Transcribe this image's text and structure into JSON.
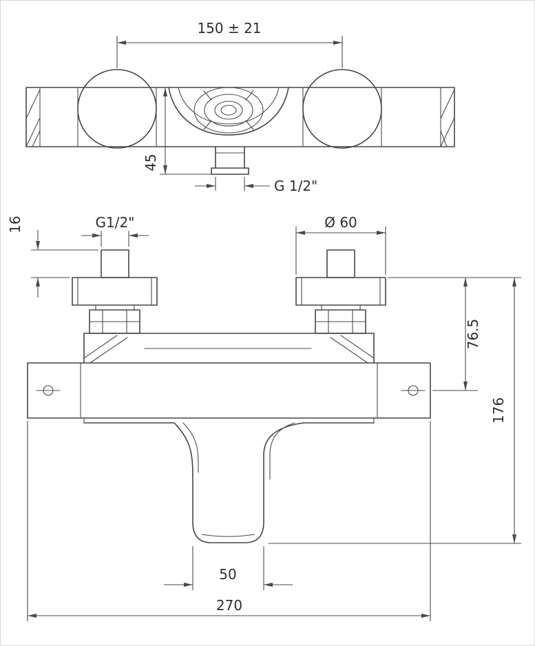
{
  "meta": {
    "bg": "#ffffff",
    "ink": "#454545"
  },
  "front": {
    "center_distance": "150 ± 21",
    "spout_height": "45",
    "outlet_thread": "G 1/2\""
  },
  "plan": {
    "stem_height": "16",
    "stem_thread": "G1/2\"",
    "handle_diameter": "Ø 60",
    "handle_to_wall": "76.5",
    "total_projection": "176",
    "outlet_width": "50",
    "overall_width": "270"
  }
}
